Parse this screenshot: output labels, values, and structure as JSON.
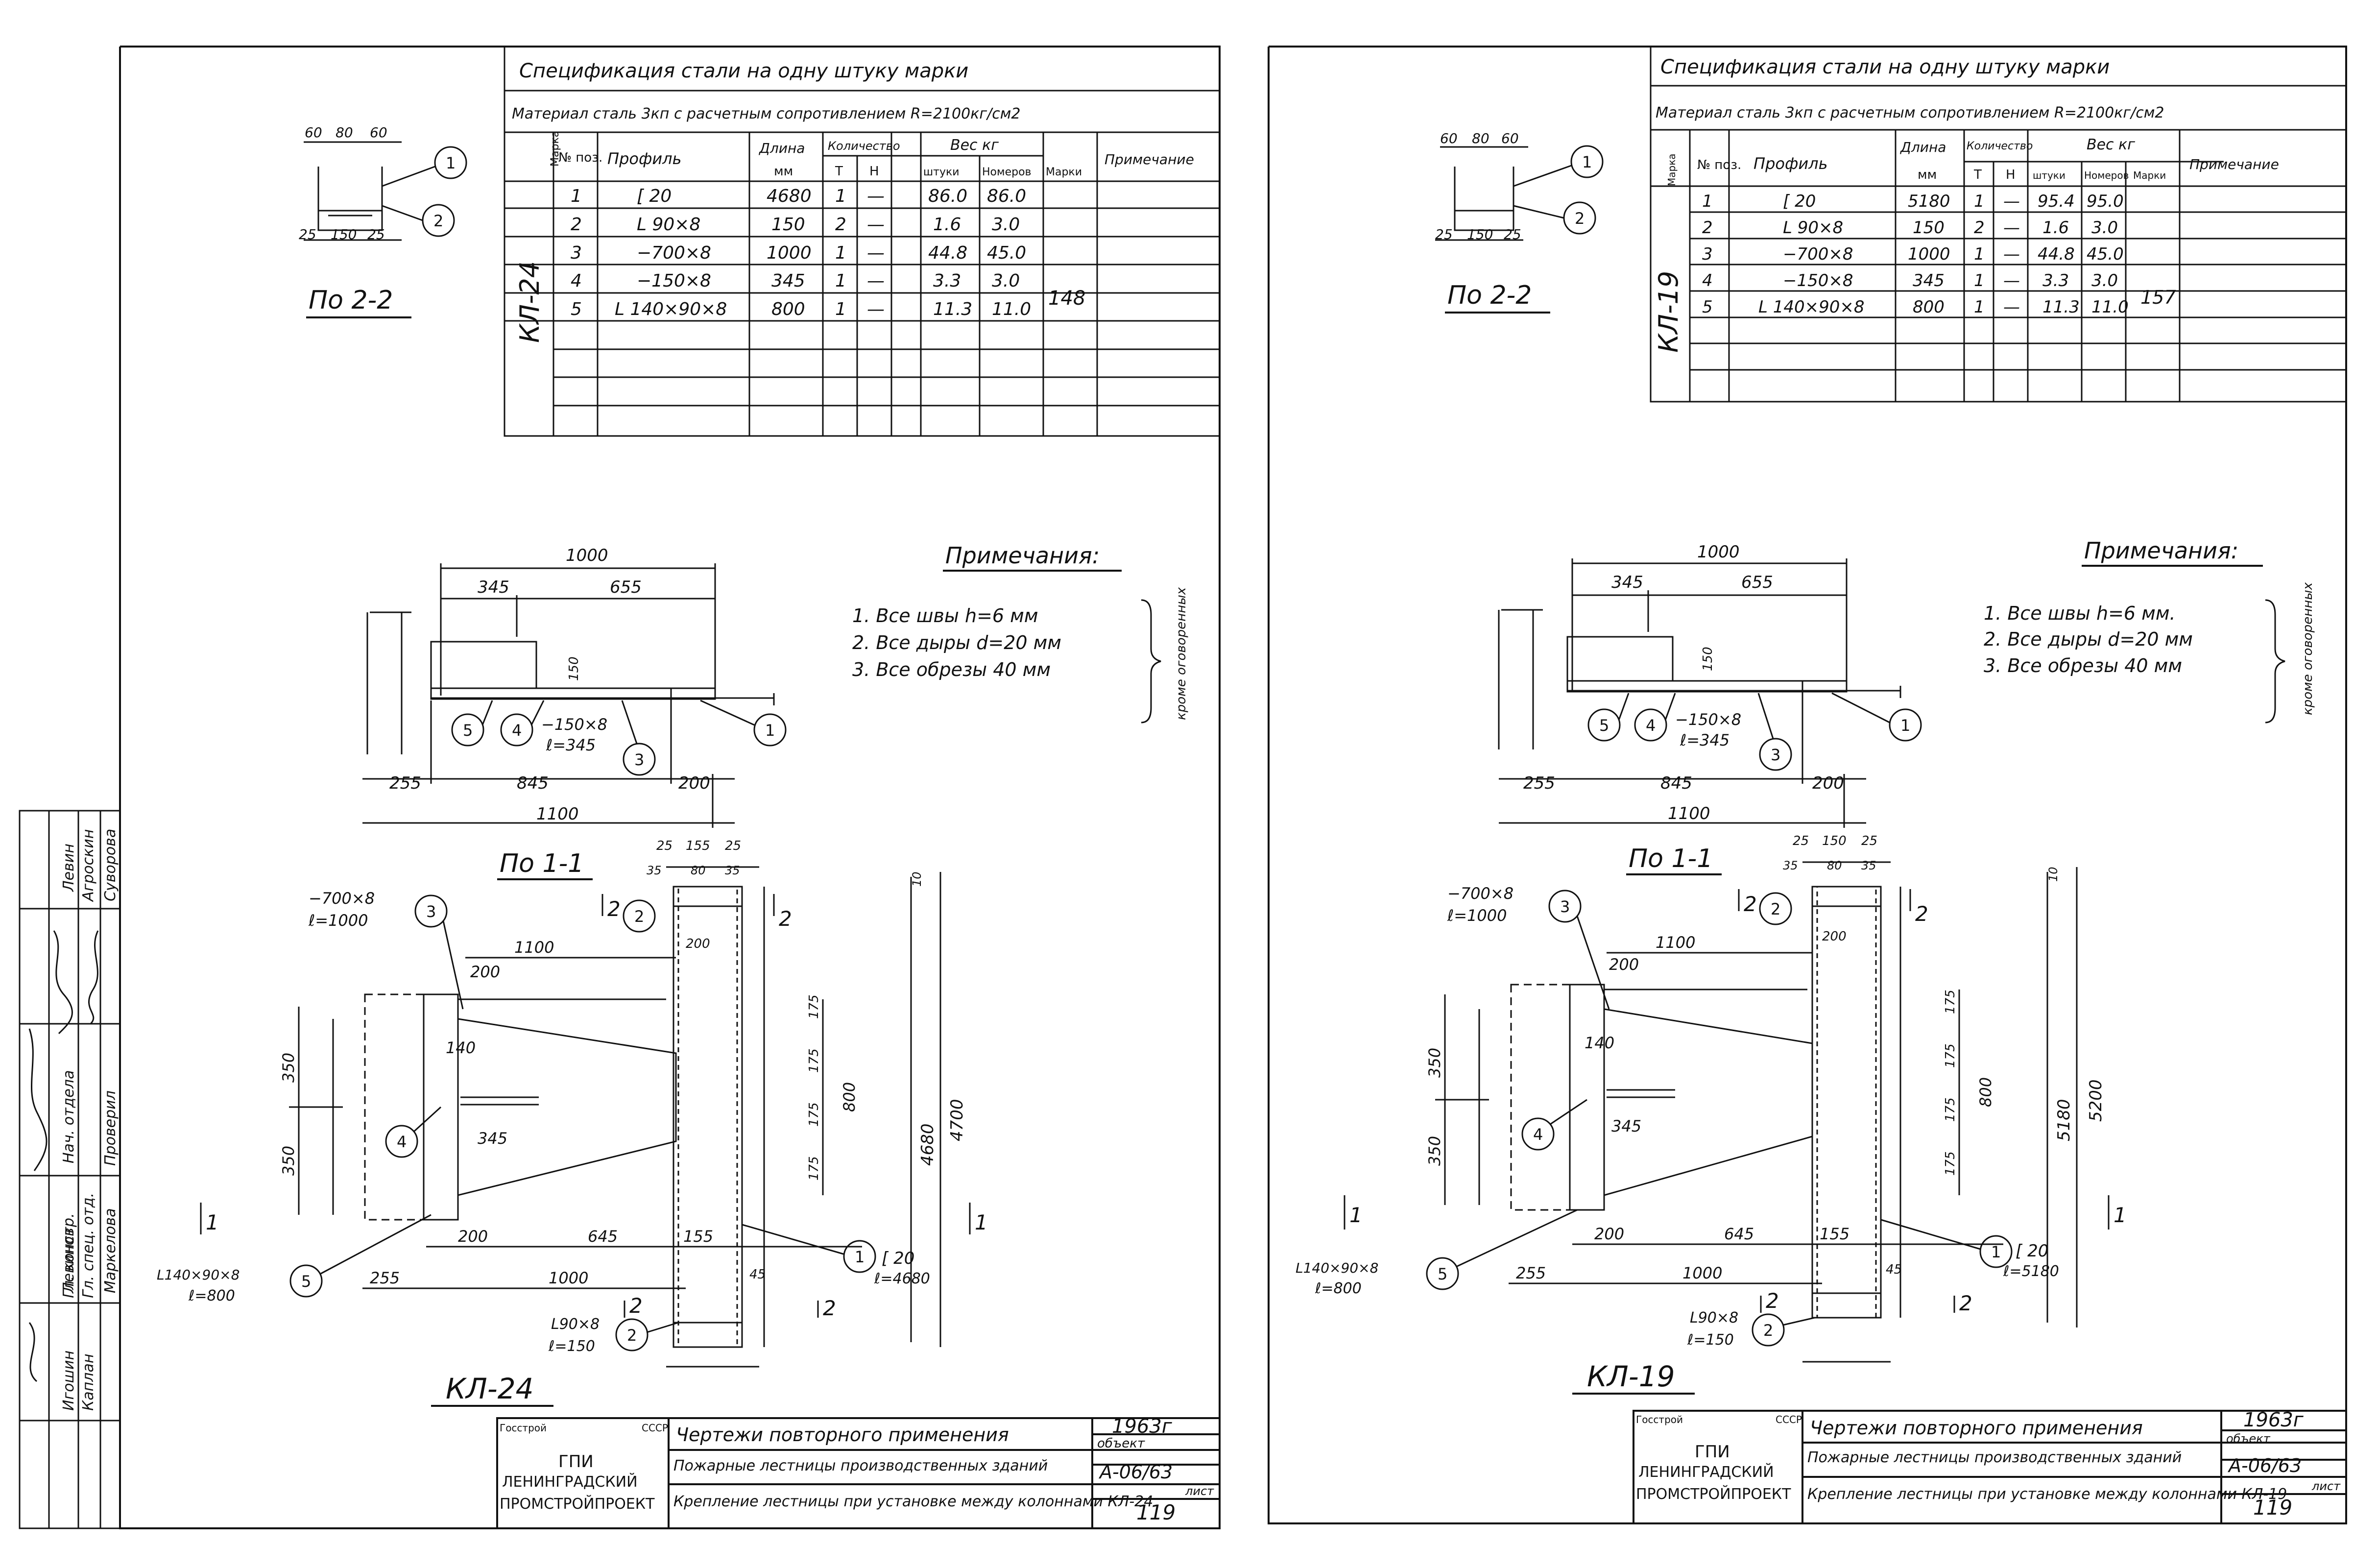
{
  "sheets": [
    {
      "spec": {
        "title": "Спецификация стали на одну штуку марки",
        "material": "Материал сталь 3кп с расчетным сопротивлением R=2100кг/см2",
        "headers": {
          "mark": "Марка",
          "pos": "№ поз.",
          "profile": "Профиль",
          "length": "Длина",
          "length_unit": "мм",
          "qty": "Количество",
          "qty_t": "Т",
          "qty_n": "Н",
          "weight": "Вес кг",
          "w_piece": "штуки",
          "w_total": "Номеров",
          "w_mark": "Марки",
          "note": "Примечание"
        },
        "mark_label": "КЛ-24",
        "mark_weight": "148",
        "rows": [
          {
            "pos": "1",
            "profile": "[ 20",
            "length": "4680",
            "t": "1",
            "n": "—",
            "w1": "86.0",
            "w2": "86.0"
          },
          {
            "pos": "2",
            "profile": "L 90×8",
            "length": "150",
            "t": "2",
            "n": "—",
            "w1": "1.6",
            "w2": "3.0"
          },
          {
            "pos": "3",
            "profile": "−700×8",
            "length": "1000",
            "t": "1",
            "n": "—",
            "w1": "44.8",
            "w2": "45.0"
          },
          {
            "pos": "4",
            "profile": "−150×8",
            "length": "345",
            "t": "1",
            "n": "—",
            "w1": "3.3",
            "w2": "3.0"
          },
          {
            "pos": "5",
            "profile": "L 140×90×8",
            "length": "800",
            "t": "1",
            "n": "—",
            "w1": "11.3",
            "w2": "11.0"
          }
        ]
      },
      "section22": {
        "title": "По 2-2",
        "dims_top": [
          "60",
          "80",
          "60"
        ],
        "dims_bottom": [
          "25",
          "150",
          "25"
        ],
        "callouts": [
          "1",
          "2"
        ]
      },
      "notes": {
        "title": "Примечания:",
        "items": [
          "1. Все швы h=6 мм",
          "2. Все дыры d=20 мм",
          "3. Все обрезы 40 мм"
        ],
        "side": "кроме оговоренных"
      },
      "section11": {
        "title": "По 1-1",
        "dims": [
          "1000",
          "345",
          "655",
          "150",
          "255",
          "845",
          "200",
          "1100"
        ],
        "plate_label": "−150×8",
        "plate_len": "ℓ=345",
        "callouts": [
          "5",
          "4",
          "3",
          "1"
        ]
      },
      "plan": {
        "title": "КЛ-24",
        "labels": {
          "plate": "−700×8",
          "plate_len": "ℓ=1000",
          "angle_big": "L140×90×8",
          "angle_big_len": "ℓ=800",
          "angle_small": "L90×8",
          "angle_small_len": "ℓ=150",
          "channel": "[ 20",
          "channel_len": "ℓ=4680",
          "total_height": "4700",
          "channel_height": "4680"
        },
        "dims": [
          "1100",
          "200",
          "140",
          "345",
          "350",
          "350",
          "200",
          "645",
          "155",
          "255",
          "1000",
          "175",
          "175",
          "175",
          "175",
          "800",
          "25",
          "155",
          "25",
          "35",
          "80",
          "35",
          "200",
          "45",
          "10"
        ],
        "sections": [
          "1",
          "1",
          "2",
          "2",
          "2",
          "2"
        ],
        "callouts": [
          "3",
          "2",
          "4",
          "5",
          "1",
          "2"
        ]
      },
      "titleblock": {
        "org1": "Госстрой",
        "org2": "СССР",
        "institute": "ГПИ\nЛЕНИНГРАДСКИЙ\nПРОМСТРОЙПРОЕКТ",
        "line1": "Чертежи повторного применения",
        "year": "1963г",
        "line2": "Пожарные лестницы производственных зданий",
        "object_label": "объект",
        "object": "А-06/63",
        "line3": "Крепление лестницы при установке между колоннами КЛ-24",
        "sheet_label": "лист",
        "sheet": "119"
      }
    },
    {
      "spec": {
        "title": "Спецификация стали на одну штуку марки",
        "material": "Материал сталь 3кп с расчетным сопротивлением R=2100кг/см2",
        "headers": {
          "mark": "Марка",
          "pos": "№ поз.",
          "profile": "Профиль",
          "length": "Длина",
          "length_unit": "мм",
          "qty": "Количество",
          "qty_t": "Т",
          "qty_n": "Н",
          "weight": "Вес кг",
          "w_piece": "штуки",
          "w_total": "Номеров",
          "w_mark": "Марки",
          "note": "Примечание"
        },
        "mark_label": "КЛ-19",
        "mark_weight": "157",
        "rows": [
          {
            "pos": "1",
            "profile": "[ 20",
            "length": "5180",
            "t": "1",
            "n": "—",
            "w1": "95.4",
            "w2": "95.0"
          },
          {
            "pos": "2",
            "profile": "L 90×8",
            "length": "150",
            "t": "2",
            "n": "—",
            "w1": "1.6",
            "w2": "3.0"
          },
          {
            "pos": "3",
            "profile": "−700×8",
            "length": "1000",
            "t": "1",
            "n": "—",
            "w1": "44.8",
            "w2": "45.0"
          },
          {
            "pos": "4",
            "profile": "−150×8",
            "length": "345",
            "t": "1",
            "n": "—",
            "w1": "3.3",
            "w2": "3.0"
          },
          {
            "pos": "5",
            "profile": "L 140×90×8",
            "length": "800",
            "t": "1",
            "n": "—",
            "w1": "11.3",
            "w2": "11.0"
          }
        ]
      },
      "section22": {
        "title": "По 2-2",
        "dims_top": [
          "60",
          "80",
          "60"
        ],
        "dims_bottom": [
          "25",
          "150",
          "25"
        ],
        "callouts": [
          "1",
          "2"
        ]
      },
      "notes": {
        "title": "Примечания:",
        "items": [
          "1. Все швы h=6 мм.",
          "2. Все дыры d=20 мм",
          "3. Все обрезы 40 мм"
        ],
        "side": "кроме оговоренных"
      },
      "section11": {
        "title": "По 1-1",
        "dims": [
          "1000",
          "345",
          "655",
          "150",
          "255",
          "845",
          "200",
          "1100"
        ],
        "plate_label": "−150×8",
        "plate_len": "ℓ=345",
        "callouts": [
          "5",
          "4",
          "3",
          "1"
        ]
      },
      "plan": {
        "title": "КЛ-19",
        "labels": {
          "plate": "−700×8",
          "plate_len": "ℓ=1000",
          "angle_big": "L140×90×8",
          "angle_big_len": "ℓ=800",
          "angle_small": "L90×8",
          "angle_small_len": "ℓ=150",
          "channel": "[ 20",
          "channel_len": "ℓ=5180",
          "total_height": "5200",
          "channel_height": "5180"
        },
        "dims": [
          "1100",
          "200",
          "140",
          "345",
          "350",
          "350",
          "200",
          "645",
          "155",
          "255",
          "1000",
          "175",
          "175",
          "175",
          "175",
          "800",
          "25",
          "150",
          "25",
          "35",
          "80",
          "35",
          "200",
          "45",
          "10"
        ],
        "sections": [
          "1",
          "1",
          "2",
          "2",
          "2",
          "2"
        ],
        "callouts": [
          "3",
          "2",
          "4",
          "5",
          "1",
          "2"
        ]
      },
      "titleblock": {
        "org1": "Госстрой",
        "org2": "СССР",
        "institute": "ГПИ\nЛЕНИНГРАДСКИЙ\nПРОМСТРОЙПРОЕКТ",
        "line1": "Чертежи повторного применения",
        "year": "1963г",
        "line2": "Пожарные лестницы производственных зданий",
        "object_label": "объект",
        "object": "А-06/63",
        "line3": "Крепление лестницы при установке между колоннами КЛ-19",
        "sheet_label": "лист",
        "sheet": "119"
      }
    }
  ],
  "approval_stamp": {
    "roles": [
      "Нач. отдела",
      "Гл. констр.",
      "Гл. спец. отд.",
      "Проверил"
    ],
    "names": [
      "Левинов",
      "Игошин",
      "Каплан",
      "Маркелова"
    ],
    "signers": [
      "Левин",
      "Агроскин",
      "Суворова"
    ]
  }
}
